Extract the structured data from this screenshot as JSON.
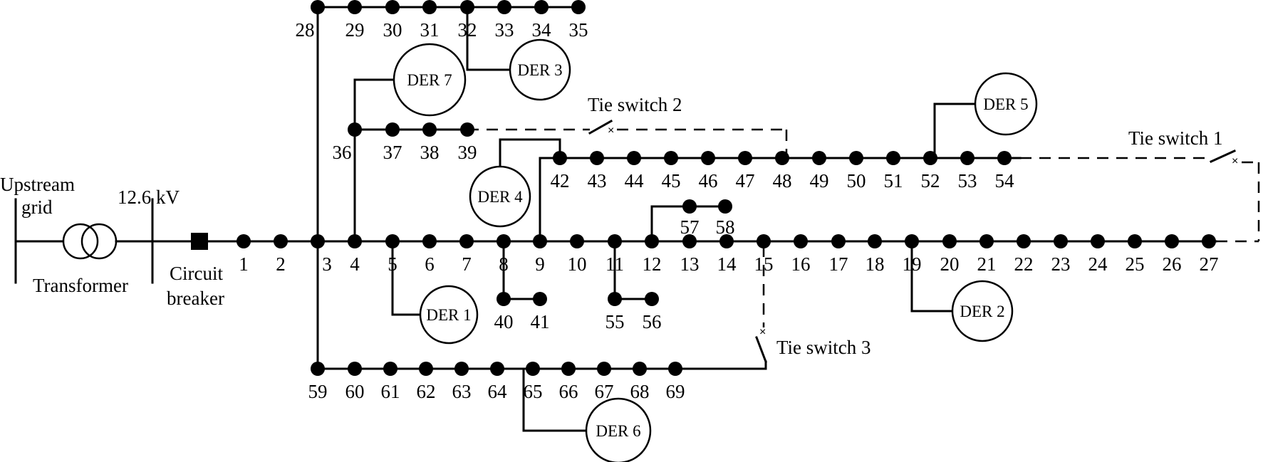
{
  "labels": {
    "upstream_grid_line1": "Upstream",
    "upstream_grid_line2": "grid",
    "voltage": "12.6 kV",
    "transformer": "Transformer",
    "circuit_breaker_line1": "Circuit",
    "circuit_breaker_line2": "breaker",
    "tie_switch_1": "Tie switch 1",
    "tie_switch_2": "Tie switch 2",
    "tie_switch_3": "Tie switch 3",
    "open_mark": "×"
  },
  "ders": {
    "der1": "DER 1",
    "der2": "DER 2",
    "der3": "DER 3",
    "der4": "DER 4",
    "der5": "DER 5",
    "der6": "DER 6",
    "der7": "DER 7"
  },
  "buses": [
    "1",
    "2",
    "3",
    "4",
    "5",
    "6",
    "7",
    "8",
    "9",
    "10",
    "11",
    "12",
    "13",
    "14",
    "15",
    "16",
    "17",
    "18",
    "19",
    "20",
    "21",
    "22",
    "23",
    "24",
    "25",
    "26",
    "27",
    "28",
    "29",
    "30",
    "31",
    "32",
    "33",
    "34",
    "35",
    "36",
    "37",
    "38",
    "39",
    "40",
    "41",
    "42",
    "43",
    "44",
    "45",
    "46",
    "47",
    "48",
    "49",
    "50",
    "51",
    "52",
    "53",
    "54",
    "55",
    "56",
    "57",
    "58",
    "59",
    "60",
    "61",
    "62",
    "63",
    "64",
    "65",
    "66",
    "67",
    "68",
    "69"
  ]
}
